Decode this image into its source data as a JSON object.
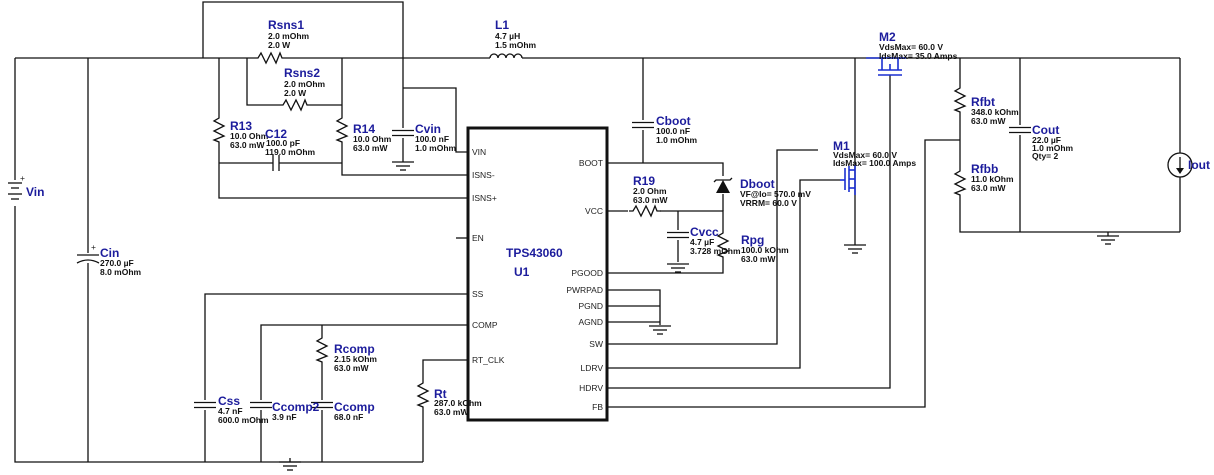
{
  "components": {
    "rsns1": {
      "name": "Rsns1",
      "v1": "2.0 mOhm",
      "v2": "2.0 W"
    },
    "rsns2": {
      "name": "Rsns2",
      "v1": "2.0 mOhm",
      "v2": "2.0 W"
    },
    "l1": {
      "name": "L1",
      "v1": "4.7 µH",
      "v2": "1.5 mOhm"
    },
    "r13": {
      "name": "R13",
      "v1": "10.0 Ohm",
      "v2": "63.0 mW"
    },
    "c12": {
      "name": "C12",
      "v1": "100.0 pF",
      "v2": "119.0 mOhm"
    },
    "r14": {
      "name": "R14",
      "v1": "10.0 Ohm",
      "v2": "63.0 mW"
    },
    "cvin": {
      "name": "Cvin",
      "v1": "100.0 nF",
      "v2": "1.0 mOhm"
    },
    "vin": {
      "name": "Vin"
    },
    "cin": {
      "name": "Cin",
      "v1": "270.0 µF",
      "v2": "8.0 mOhm"
    },
    "cboot": {
      "name": "Cboot",
      "v1": "100.0 nF",
      "v2": "1.0 mOhm"
    },
    "r19": {
      "name": "R19",
      "v1": "2.0 Ohm",
      "v2": "63.0 mW"
    },
    "dboot": {
      "name": "Dboot",
      "v1": "VF@Io= 570.0 mV",
      "v2": "VRRM= 60.0 V"
    },
    "cvcc": {
      "name": "Cvcc",
      "v1": "4.7 µF",
      "v2": "3.728 mOhm"
    },
    "rpg": {
      "name": "Rpg",
      "v1": "100.0 kOhm",
      "v2": "63.0 mW"
    },
    "m1": {
      "name": "M1",
      "v1": "VdsMax= 60.0 V",
      "v2": "IdsMax= 100.0 Amps"
    },
    "m2": {
      "name": "M2",
      "v1": "VdsMax= 60.0 V",
      "v2": "IdsMax= 35.0 Amps"
    },
    "rfbt": {
      "name": "Rfbt",
      "v1": "348.0 kOhm",
      "v2": "63.0 mW"
    },
    "rfbb": {
      "name": "Rfbb",
      "v1": "11.0 kOhm",
      "v2": "63.0 mW"
    },
    "cout": {
      "name": "Cout",
      "v1": "22.0 µF",
      "v2": "1.0 mOhm",
      "v3": "Qty= 2"
    },
    "iout": {
      "name": "Iout"
    },
    "css": {
      "name": "Css",
      "v1": "4.7 nF",
      "v2": "600.0 mOhm"
    },
    "ccomp2": {
      "name": "Ccomp2",
      "v1": "3.9 nF"
    },
    "rcomp": {
      "name": "Rcomp",
      "v1": "2.15 kOhm",
      "v2": "63.0 mW"
    },
    "ccomp": {
      "name": "Ccomp",
      "v1": "68.0 nF"
    },
    "rt": {
      "name": "Rt",
      "v1": "287.0 kOhm",
      "v2": "63.0 mW"
    }
  },
  "chip": {
    "part": "TPS43060",
    "ref": "U1",
    "left_pins": [
      "VIN",
      "ISNS-",
      "ISNS+",
      "EN",
      "SS",
      "COMP",
      "RT_CLK"
    ],
    "right_pins": [
      "BOOT",
      "VCC",
      "PGOOD",
      "PWRPAD",
      "PGND",
      "AGND",
      "SW",
      "LDRV",
      "HDRV",
      "FB"
    ]
  }
}
